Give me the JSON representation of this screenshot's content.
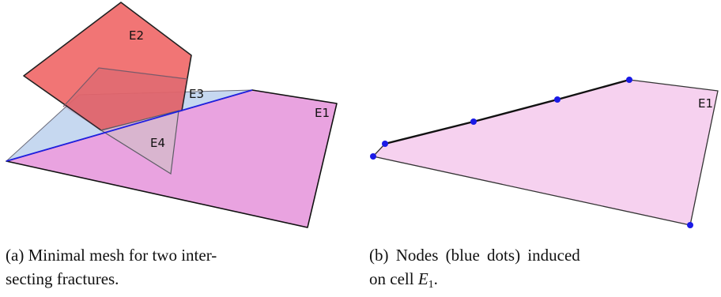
{
  "panel_a": {
    "labels": {
      "e1": "E1",
      "e2": "E2",
      "e3": "E3",
      "e4": "E4"
    },
    "colors": {
      "e1_fill": "#e9a3e0",
      "e2_fill": "#f16b6b",
      "e3_fill": "#c6d8f0",
      "e4_fill": "#d9b5cf",
      "intersection_line": "#1f1fe0"
    },
    "caption": {
      "prefix": "(a)",
      "line1": "Minimal mesh for two inter-",
      "line2": "secting fractures."
    }
  },
  "panel_b": {
    "labels": {
      "e1": "E1"
    },
    "colors": {
      "cell_fill": "#f6d1ef",
      "node": "#1a1ae6"
    },
    "caption": {
      "prefix": "(b)",
      "line1_text": "Nodes (blue dots) induced",
      "line2_pre": "on cell ",
      "cell_symbol": "E",
      "cell_subscript": "1",
      "line2_post": "."
    }
  }
}
